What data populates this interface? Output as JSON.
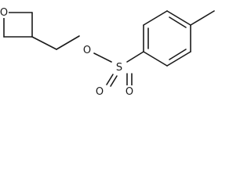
{
  "molecule": {
    "atoms": [
      {
        "label": "O"
      },
      {
        "label": "O"
      },
      {
        "label": "S"
      },
      {
        "label": "O"
      },
      {
        "label": "O"
      }
    ]
  }
}
